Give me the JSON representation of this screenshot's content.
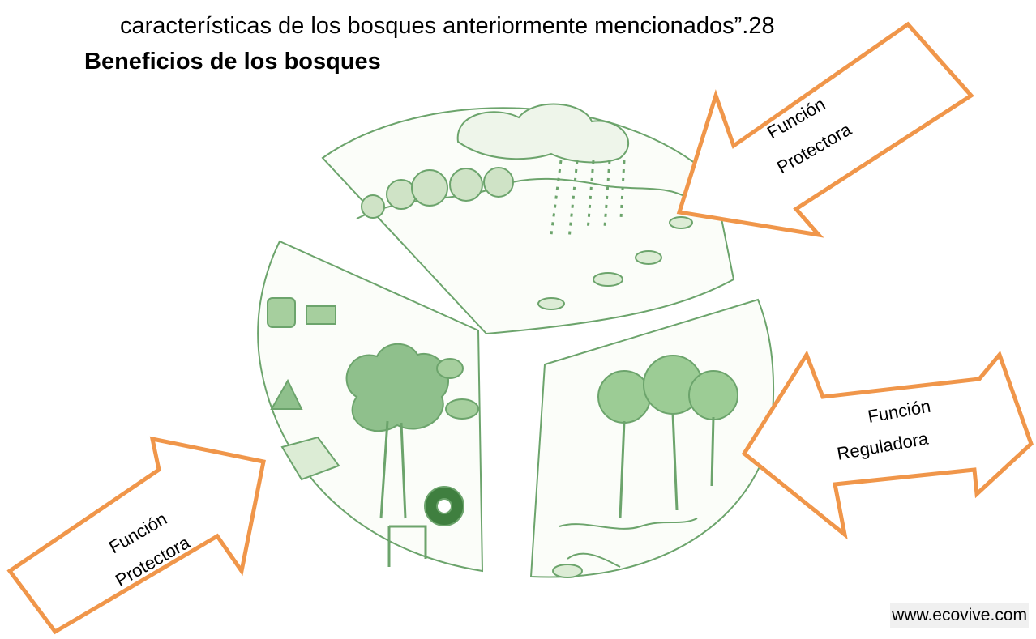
{
  "document": {
    "top_text": "características de los bosques anteriormente mencionados”.28",
    "heading": "Beneficios de los bosques",
    "website": "www.ecovive.com"
  },
  "arrows": [
    {
      "line1": "Función",
      "line2": "Protectora"
    },
    {
      "line1": "Función",
      "line2": "Reguladora"
    },
    {
      "line1": "Función",
      "line2": "Protectora"
    }
  ],
  "colors": {
    "arrow_stroke": "#f0964a",
    "illustration_green": "#6ca46c",
    "illustration_fill": "#d8ead2"
  }
}
